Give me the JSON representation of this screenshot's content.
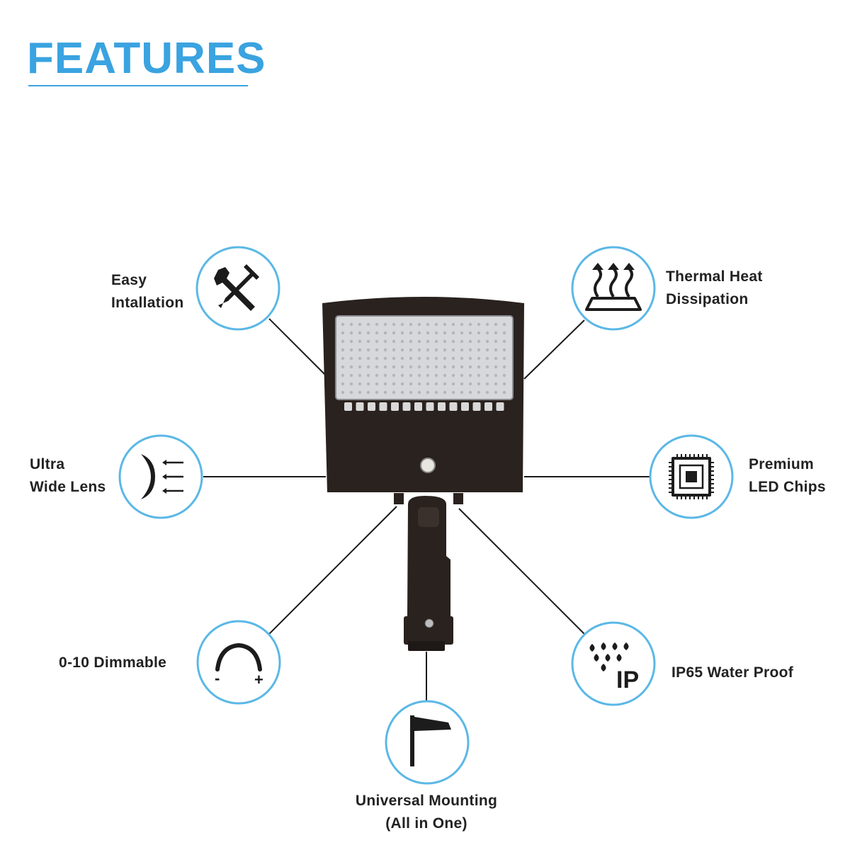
{
  "heading": "FEATURES",
  "colors": {
    "accent": "#3aa3e0",
    "circle_border": "#5bb8e6",
    "icon": "#1c1c1c",
    "fixture": "#2a221f",
    "connector": "#1a1a1a"
  },
  "features": [
    {
      "id": "easy-installation",
      "icon": "wrench-screwdriver-icon",
      "lines": [
        "Easy",
        "Intallation"
      ]
    },
    {
      "id": "thermal-heat-dissipation",
      "icon": "heat-arrows-icon",
      "lines": [
        "Thermal Heat",
        "Dissipation"
      ]
    },
    {
      "id": "ultra-wide-lens",
      "icon": "lens-icon",
      "lines": [
        "Ultra",
        "Wide Lens"
      ]
    },
    {
      "id": "premium-led-chips",
      "icon": "chip-icon",
      "lines": [
        "Premium",
        "LED Chips"
      ]
    },
    {
      "id": "dimmable",
      "icon": "dimmer-icon",
      "lines": [
        "0-10 Dimmable"
      ]
    },
    {
      "id": "ip65-water-proof",
      "icon": "water-drops-ip-icon",
      "icon_text": "IP",
      "lines": [
        "IP65 Water Proof"
      ]
    },
    {
      "id": "universal-mounting",
      "icon": "mount-arm-icon",
      "lines": [
        "Universal Mounting",
        "(All in One)"
      ]
    }
  ],
  "dimmer_minus": "-",
  "dimmer_plus": "+"
}
